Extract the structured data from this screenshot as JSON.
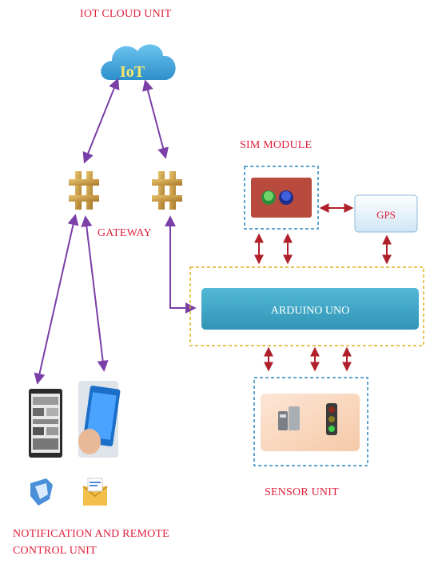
{
  "labels": {
    "iot_cloud_unit": "IOT CLOUD UNIT",
    "cloud_text": "IoT",
    "sim_module": "SIM  MODULE",
    "gps": "GPS",
    "gateway": "GATEWAY",
    "arduino": "ARDUINO UNO",
    "sensor_unit": "SENSOR UNIT",
    "notification_line1": "NOTIFICATION AND REMOTE",
    "notification_line2": "CONTROL UNIT"
  },
  "colors": {
    "label_red": "#e0203a",
    "purple_arrow": "#7b3fa8",
    "red_arrow": "#b0202a",
    "cloud_blue": "#3aa3dc",
    "arduino_teal": "#3fa9c9",
    "sim_board": "#b84a3e",
    "gateway_gold": "#c99a3a",
    "dashed_blue": "#2e86c1",
    "dashed_yellow": "#e0b020"
  },
  "icons": {
    "cloud": "cloud-icon",
    "gateway": "gateway-hub-icon",
    "sim": "sim-module-icon",
    "gps": "gps-box",
    "phone": "smartphone-icon",
    "tablet": "tablet-app-icon",
    "shield": "shield-icon",
    "mail": "mail-icon",
    "sensor": "sensor-icon",
    "traffic": "traffic-light-icon"
  }
}
